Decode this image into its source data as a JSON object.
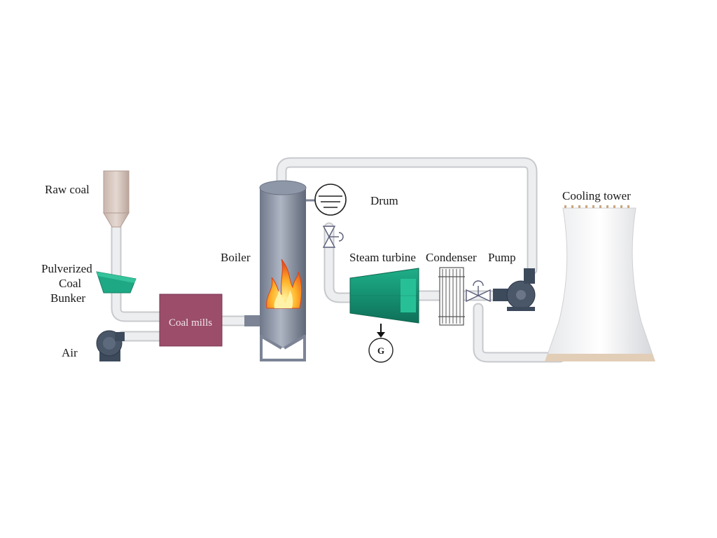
{
  "labels": {
    "raw_coal": "Raw coal",
    "bunker_line1": "Pulverized",
    "bunker_line2": "Coal",
    "bunker_line3": "Bunker",
    "air": "Air",
    "coal_mills": "Coal mills",
    "boiler": "Boiler",
    "drum": "Drum",
    "steam_turbine": "Steam turbine",
    "condenser": "Condenser",
    "pump": "Pump",
    "cooling_tower": "Cooling tower",
    "generator": "G"
  },
  "colors": {
    "pipe": "#e9eaec",
    "pipe_edge": "#c7c9cc",
    "coal_mill": "#9b4d6a",
    "bunker": "#1fa884",
    "turbine": "#168f6f",
    "boiler_steel": "#8a93a4",
    "fan": "#3d4a5c",
    "hopper": "#cdbcb4"
  },
  "icons": {
    "raw_coal": "silo-icon",
    "bunker": "bunker-icon",
    "air_fan": "fan-icon",
    "flame": "flame-icon",
    "generator": "generator-icon",
    "valve": "valve-icon",
    "pump": "pump-icon"
  }
}
